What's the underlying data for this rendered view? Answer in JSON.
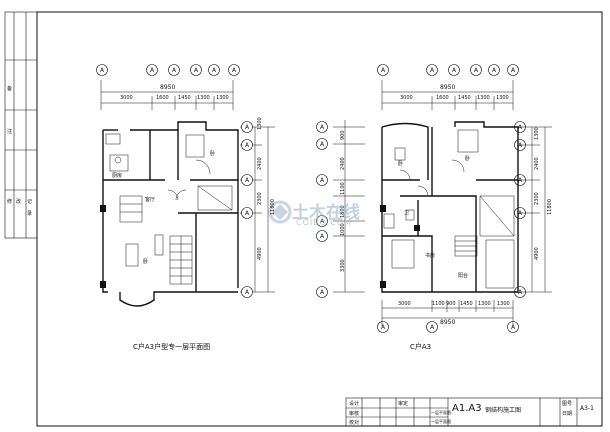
{
  "colors": {
    "ink": "#111111",
    "paper": "#ffffff",
    "watermark": "#9db4c7"
  },
  "watermark": {
    "brand_cn": "土木在线",
    "brand_en": "COIBO.COM"
  },
  "axis_letter": "A",
  "plan_left": {
    "title": "C户A3户型专一层平面图",
    "top_total": "8950",
    "top_dims": [
      "3000",
      "1600",
      "1450",
      "1300",
      "1300"
    ],
    "right_dims": [
      "1300",
      "2400",
      "2300",
      "4900"
    ],
    "right_total": "11800",
    "rooms": [
      "卧",
      "厨房",
      "客厅",
      "卧"
    ]
  },
  "plan_right": {
    "title": "C户A3",
    "top_total": "8950",
    "top_dims": [
      "3000",
      "1600",
      "1450",
      "1300",
      "1300"
    ],
    "left_dims": [
      "900",
      "2400",
      "1100",
      "1800",
      "1000",
      "3300"
    ],
    "right_dims": [
      "1300",
      "2400",
      "2300",
      "4900"
    ],
    "right_total": "11800",
    "bottom_dims": [
      "3000",
      "1100",
      "900",
      "1450",
      "1300",
      "1300"
    ],
    "bottom_total": "8950",
    "rooms": [
      "卧",
      "卧",
      "卫",
      "书房",
      "阳台"
    ]
  },
  "left_strip": {
    "labels": [
      "备",
      "注",
      "修",
      "改",
      "记",
      "录"
    ]
  },
  "title_block": {
    "project_code": "A1.A3",
    "drawing_name": "钢结构施工图",
    "sheet_no": "A3-1",
    "cells": [
      "设计",
      "审核",
      "校对",
      "审定",
      "一层平面图",
      "一层平面图",
      "图号",
      "日期"
    ]
  }
}
